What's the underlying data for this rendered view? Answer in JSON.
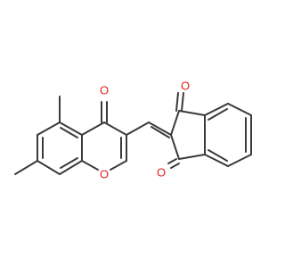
{
  "structure": {
    "atoms": {
      "ketone_oxygen_chromone": "O",
      "ring_oxygen_chromone": "O",
      "indandione_oxygen_top": "O",
      "indandione_oxygen_bottom": "O"
    }
  },
  "colors": {
    "bond": "#3a3a3a",
    "oxygen": "#e0201b",
    "background": "#ffffff"
  }
}
